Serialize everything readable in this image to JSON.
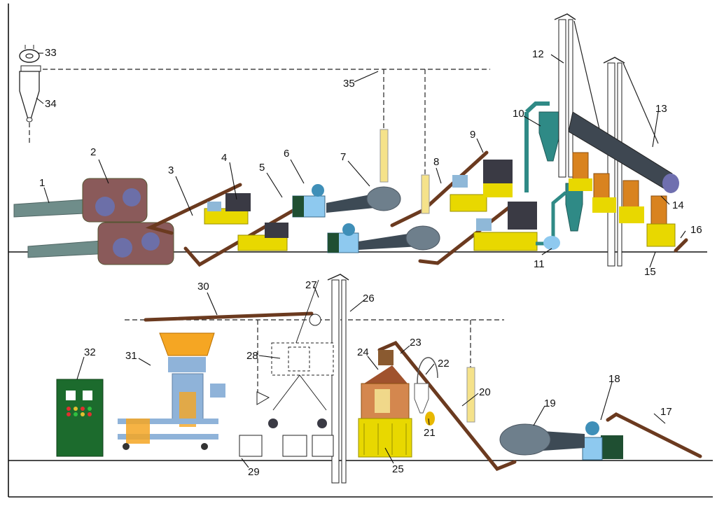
{
  "labels": {
    "n1": "1",
    "n2": "2",
    "n3": "3",
    "n4": "4",
    "n5": "5",
    "n6": "6",
    "n7": "7",
    "n8": "8",
    "n9": "9",
    "n10": "10",
    "n11": "11",
    "n12": "12",
    "n13": "13",
    "n14": "14",
    "n15": "15",
    "n16": "16",
    "n17": "17",
    "n18": "18",
    "n19": "19",
    "n20": "20",
    "n21": "21",
    "n22": "22",
    "n23": "23",
    "n24": "24",
    "n25": "25",
    "n26": "26",
    "n27": "27",
    "n28": "28",
    "n29": "29",
    "n30": "30",
    "n31": "31",
    "n32": "32",
    "n33": "33",
    "n34": "34",
    "n35": "35"
  },
  "icons": [
    "cyclone-icon",
    "hammer-mill-icon",
    "dryer-drum-icon",
    "pellet-mill-icon",
    "bucket-elevator-icon"
  ],
  "colors": {
    "conveyor": "#6b3a1f",
    "machine_yellow": "#e8d800",
    "dryer_grey": "#6e7f8c",
    "cyclone_teal": "#2f8a86",
    "pellet_orange": "#d9831f",
    "bin_orange": "#f5a623",
    "cabinet_green": "#1c6b2d",
    "cooler_brown": "#a0522d"
  }
}
